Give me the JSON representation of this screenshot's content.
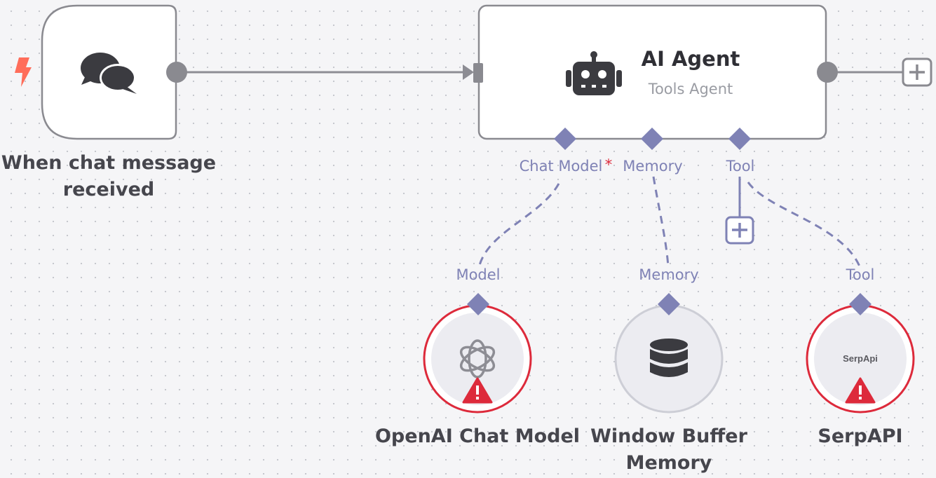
{
  "trigger_node": {
    "label": "When chat message received",
    "icon": "chat-bubbles-icon",
    "badge_icon": "lightning-icon"
  },
  "agent_node": {
    "title": "AI Agent",
    "subtitle": "Tools Agent",
    "icon": "robot-icon",
    "inputs": {
      "chat_model": "Chat Model",
      "required_mark": "*",
      "memory": "Memory",
      "tool": "Tool"
    }
  },
  "sub_nodes": [
    {
      "label": "OpenAI Chat Model",
      "connection_label": "Model",
      "icon": "openai-icon",
      "status": "error"
    },
    {
      "label": "Window Buffer Memory",
      "connection_label": "Memory",
      "icon": "database-icon",
      "status": "ok"
    },
    {
      "label": "SerpAPI",
      "connection_label": "Tool",
      "icon_text": "SerpApi",
      "status": "error"
    }
  ],
  "colors": {
    "background": "#f5f5f7",
    "node_border": "#8a8a90",
    "connection": "#7f82b5",
    "connection_line": "#8d8d94",
    "error": "#dd2a3b",
    "trigger_accent": "#ff6d5a",
    "required": "#dd2a3b"
  }
}
